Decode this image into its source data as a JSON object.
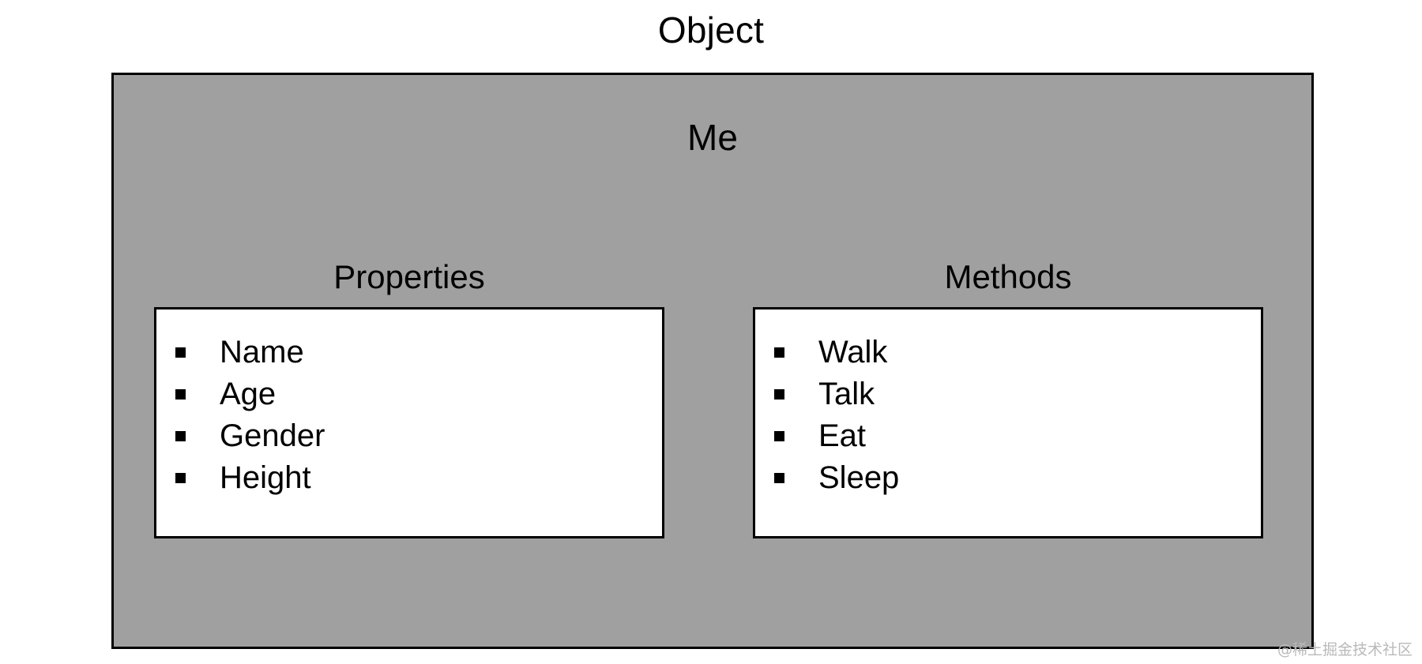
{
  "diagram": {
    "title": "Object",
    "instance_label": "Me",
    "colors": {
      "object_box_fill": "#a0a0a0",
      "member_box_fill": "#ffffff",
      "border": "#000000",
      "text": "#000000",
      "watermark": "#b9b9b9"
    },
    "groups": [
      {
        "heading": "Properties",
        "bullet": "square-bullet",
        "items": [
          {
            "label": "Name"
          },
          {
            "label": "Age"
          },
          {
            "label": "Gender"
          },
          {
            "label": "Height"
          }
        ]
      },
      {
        "heading": "Methods",
        "bullet": "square-bullet",
        "items": [
          {
            "label": "Walk"
          },
          {
            "label": "Talk"
          },
          {
            "label": "Eat"
          },
          {
            "label": "Sleep"
          }
        ]
      }
    ]
  },
  "watermark": {
    "text": "@稀土掘金技术社区"
  }
}
